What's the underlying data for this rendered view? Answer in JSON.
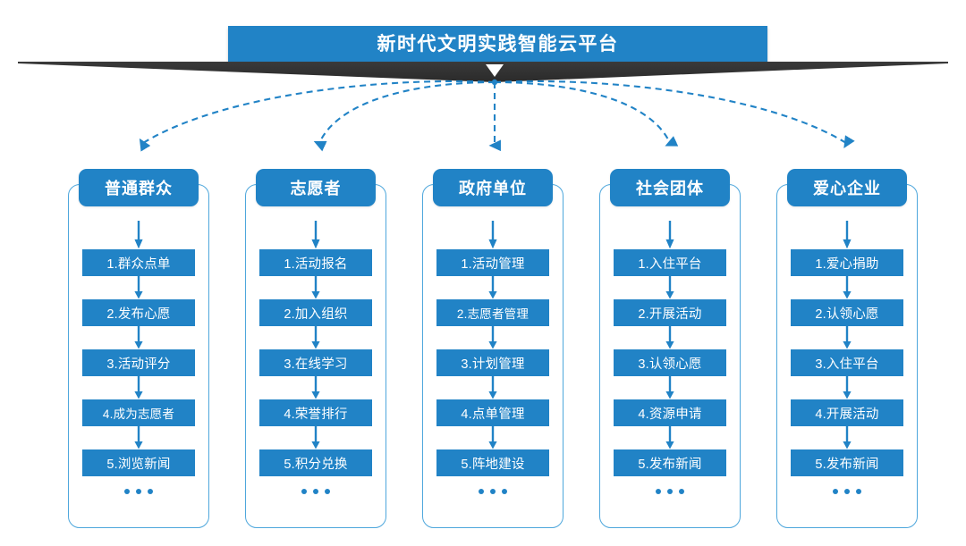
{
  "banner": {
    "title": "新时代文明实践智能云平台"
  },
  "theme": {
    "blue": "#2183c6",
    "border_blue": "#4ea7dc",
    "shadow_dark": "#333333",
    "background": "#ffffff"
  },
  "columns": [
    {
      "header": "普通群众",
      "steps": [
        "1.群众点单",
        "2.发布心愿",
        "3.活动评分",
        "4.成为志愿者",
        "5.浏览新闻"
      ],
      "more": "..."
    },
    {
      "header": "志愿者",
      "steps": [
        "1.活动报名",
        "2.加入组织",
        "3.在线学习",
        "4.荣誉排行",
        "5.积分兑换"
      ],
      "more": "..."
    },
    {
      "header": "政府单位",
      "steps": [
        "1.活动管理",
        "2.志愿者管理",
        "3.计划管理",
        "4.点单管理",
        "5.阵地建设"
      ],
      "more": "..."
    },
    {
      "header": "社会团体",
      "steps": [
        "1.入住平台",
        "2.开展活动",
        "3.认领心愿",
        "4.资源申请",
        "5.发布新闻"
      ],
      "more": "..."
    },
    {
      "header": "爱心企业",
      "steps": [
        "1.爱心捐助",
        "2.认领心愿",
        "3.入住平台",
        "4.开展活动",
        "5.发布新闻"
      ],
      "more": "..."
    }
  ]
}
